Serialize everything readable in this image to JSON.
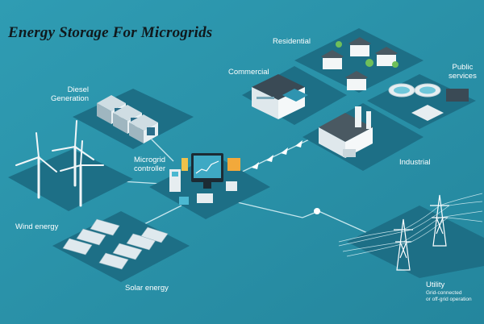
{
  "title": "Energy Storage For Microgrids",
  "labels": {
    "residential": "Residential",
    "commercial": "Commercial",
    "public_line1": "Public",
    "public_line2": "services",
    "diesel_line1": "Diesel",
    "diesel_line2": "Generation",
    "controller_line1": "Microgrid",
    "controller_line2": "controller",
    "industrial": "Industrial",
    "wind": "Wind energy",
    "solar": "Solar energy",
    "utility": "Utility",
    "utility_sub1": "Grid-connected",
    "utility_sub2": "or off-grid operation"
  },
  "colors": {
    "background": "#2a8fa6",
    "platform": "#1f7188",
    "link": "#cfe9ef",
    "label": "#ffffff"
  }
}
